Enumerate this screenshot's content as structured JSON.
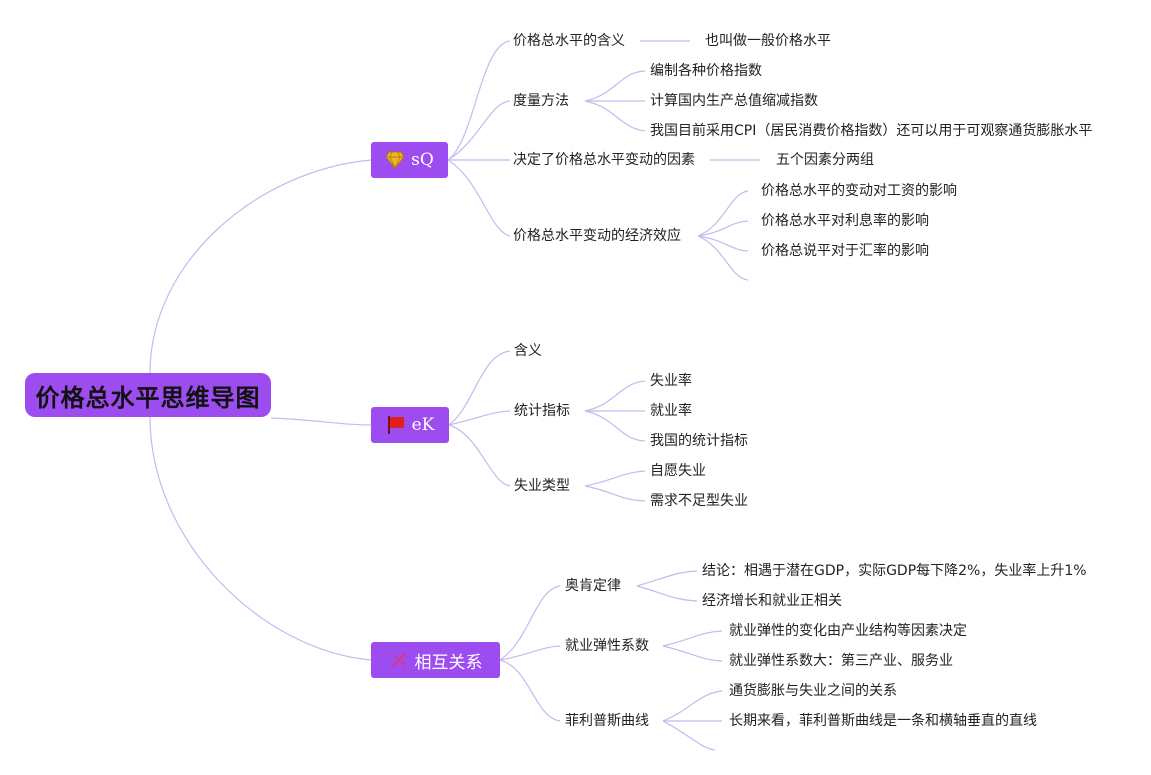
{
  "root": {
    "title": "价格总水平思维导图"
  },
  "branches": [
    {
      "label": "sQ",
      "icon": "diamond-icon",
      "children": [
        {
          "label": "价格总水平的含义",
          "children": [
            "也叫做一般价格水平"
          ]
        },
        {
          "label": "度量方法",
          "children": [
            "编制各种价格指数",
            "计算国内生产总值缩减指数",
            "我国目前采用CPI（居民消费价格指数）还可以用于可观察通货膨胀水平"
          ]
        },
        {
          "label": "决定了价格总水平变动的因素",
          "children": [
            "五个因素分两组"
          ]
        },
        {
          "label": "价格总水平变动的经济效应",
          "children": [
            "价格总水平的变动对工资的影响",
            "价格总水平对利息率的影响",
            "价格总说平对于汇率的影响",
            ""
          ]
        }
      ]
    },
    {
      "label": "eK",
      "icon": "red-flag-icon",
      "children": [
        {
          "label": "含义",
          "children": []
        },
        {
          "label": "统计指标",
          "children": [
            "失业率",
            "就业率",
            "我国的统计指标"
          ]
        },
        {
          "label": "失业类型",
          "children": [
            "自愿失业",
            "需求不足型失业"
          ]
        }
      ]
    },
    {
      "label": "相互关系",
      "icon": "sparkle-icon",
      "children": [
        {
          "label": "奥肯定律",
          "children": [
            "结论：相遇于潜在GDP，实际GDP每下降2%，失业率上升1%",
            "经济增长和就业正相关"
          ]
        },
        {
          "label": "就业弹性系数",
          "children": [
            "就业弹性的变化由产业结构等因素决定",
            "就业弹性系数大：第三产业、服务业"
          ]
        },
        {
          "label": "菲利普斯曲线",
          "children": [
            "通货膨胀与失业之间的关系",
            "长期来看，菲利普斯曲线是一条和横轴垂直的直线",
            ""
          ]
        }
      ]
    }
  ],
  "colors": {
    "branch_fill": "#9d4cf0",
    "link": "#c7b8ee",
    "flag": "#e02020",
    "diamond": "#f0b429",
    "sparkle": "#e8336a"
  }
}
